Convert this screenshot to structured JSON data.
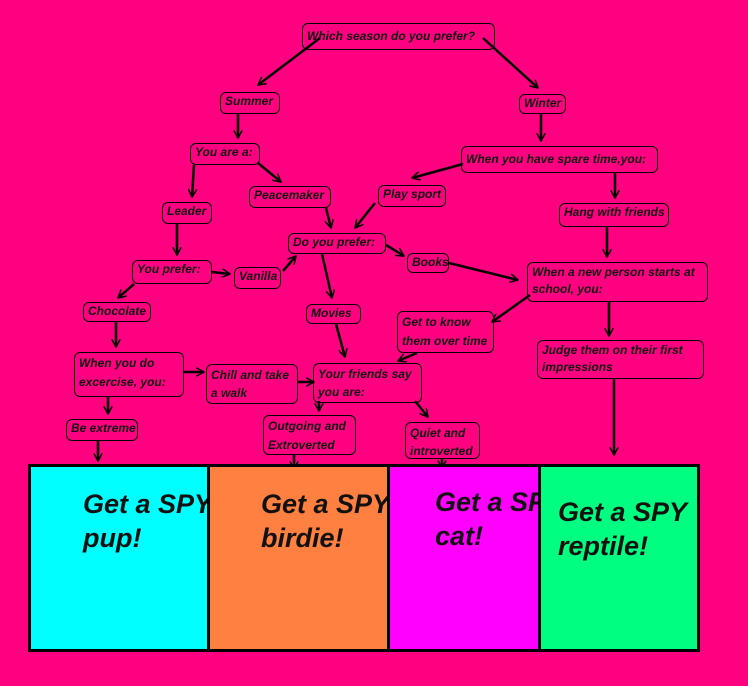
{
  "diagram": {
    "nodes": {
      "season": "Which season do you prefer?",
      "summer": "Summer",
      "winter": "Winter",
      "you_are": "You are a:",
      "spare_time": "When you have spare time,you:",
      "leader": "Leader",
      "peacemaker": "Peacemaker",
      "play_sport": "Play sport",
      "hang_friends": "Hang with friends",
      "do_you_prefer": "Do you prefer:",
      "you_prefer": "You prefer:",
      "vanilla": "Vanilla",
      "books": "Books",
      "new_person": "When a new person starts at school, you:",
      "chocolate": "Chocolate",
      "movies": "Movies",
      "get_to_know": "Get to know them over time",
      "judge": "Judge them on their first impressions",
      "exercise": "When you do excercise,  you:",
      "chill": "Chill and take a walk",
      "friends_say": "Your friends say you are:",
      "be_extreme": "Be extreme",
      "outgoing": "Outgoing and Extroverted",
      "quiet": "Quiet and introverted"
    },
    "results": [
      {
        "text": "Get a SPY pup!",
        "color": "#00ffff"
      },
      {
        "text": "Get a SPY birdie!",
        "color": "#ff8040"
      },
      {
        "text": "Get a SPY cat!",
        "color": "#ff00ff"
      },
      {
        "text": "Get a SPY reptile!",
        "color": "#00ff80"
      }
    ],
    "background": "#ff0080"
  }
}
